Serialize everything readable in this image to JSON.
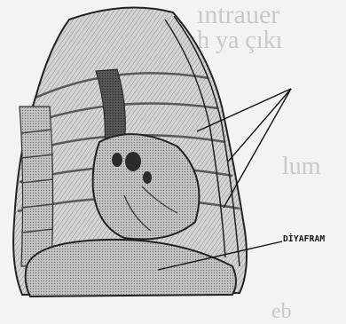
{
  "figure": {
    "background_color": "#f3f3f3",
    "ink_color": "#111111",
    "background_text": [
      "ıntrauer",
      "h ya çıkı",
      "lum",
      "eb"
    ],
    "label_diaphragm": "DİYAFRAM"
  }
}
